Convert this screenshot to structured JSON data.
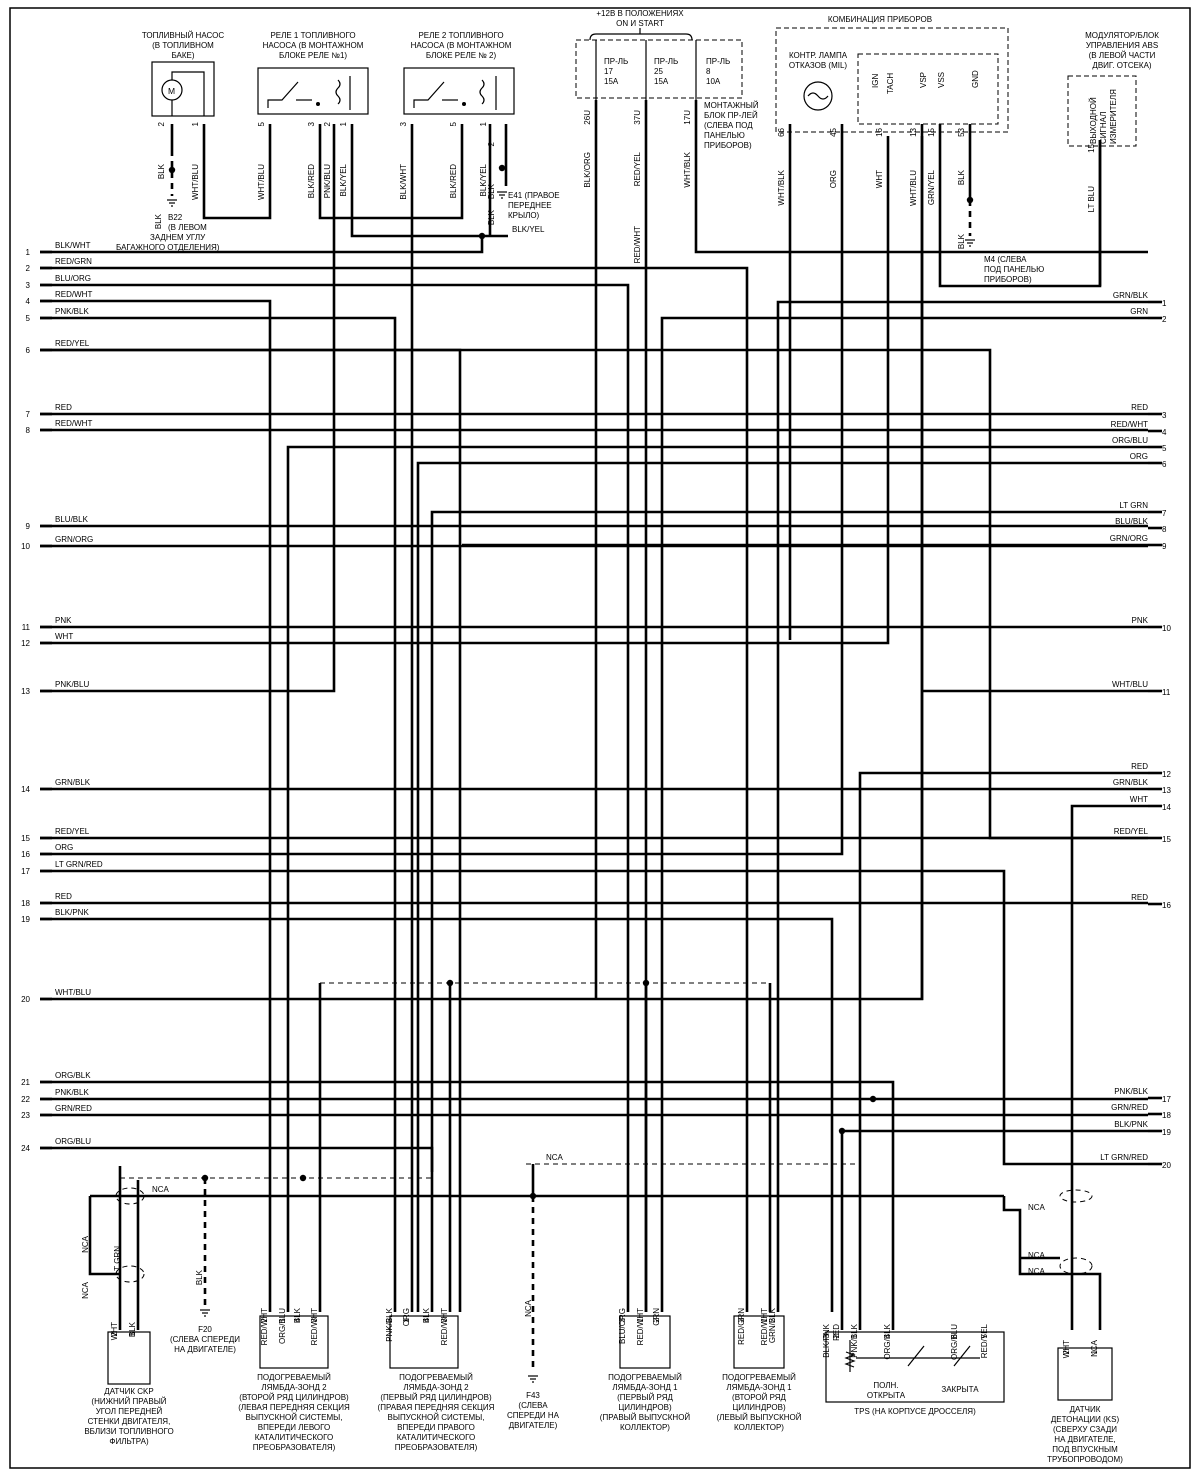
{
  "left_pins": [
    {
      "n": "1",
      "label": "BLK/WHT"
    },
    {
      "n": "2",
      "label": "RED/GRN"
    },
    {
      "n": "3",
      "label": "BLU/ORG"
    },
    {
      "n": "4",
      "label": "RED/WHT"
    },
    {
      "n": "5",
      "label": "PNK/BLK"
    },
    {
      "n": "6",
      "label": "RED/YEL"
    },
    {
      "n": "7",
      "label": "RED"
    },
    {
      "n": "8",
      "label": "RED/WHT"
    },
    {
      "n": "9",
      "label": "BLU/BLK"
    },
    {
      "n": "10",
      "label": "GRN/ORG"
    },
    {
      "n": "11",
      "label": "PNK"
    },
    {
      "n": "12",
      "label": "WHT"
    },
    {
      "n": "13",
      "label": "PNK/BLU"
    },
    {
      "n": "14",
      "label": "GRN/BLK"
    },
    {
      "n": "15",
      "label": "RED/YEL"
    },
    {
      "n": "16",
      "label": "ORG"
    },
    {
      "n": "17",
      "label": "LT GRN/RED"
    },
    {
      "n": "18",
      "label": "RED"
    },
    {
      "n": "19",
      "label": "BLK/PNK"
    },
    {
      "n": "20",
      "label": "WHT/BLU"
    },
    {
      "n": "21",
      "label": "ORG/BLK"
    },
    {
      "n": "22",
      "label": "PNK/BLK"
    },
    {
      "n": "23",
      "label": "GRN/RED"
    },
    {
      "n": "24",
      "label": "ORG/BLU"
    }
  ],
  "right_pins": [
    {
      "n": "1",
      "label": "GRN/BLK"
    },
    {
      "n": "2",
      "label": "GRN"
    },
    {
      "n": "3",
      "label": "RED"
    },
    {
      "n": "4",
      "label": "RED/WHT"
    },
    {
      "n": "5",
      "label": "ORG/BLU"
    },
    {
      "n": "6",
      "label": "ORG"
    },
    {
      "n": "7",
      "label": "LT GRN"
    },
    {
      "n": "8",
      "label": "BLU/BLK"
    },
    {
      "n": "9",
      "label": "GRN/ORG"
    },
    {
      "n": "10",
      "label": "PNK"
    },
    {
      "n": "11",
      "label": "WHT/BLU"
    },
    {
      "n": "12",
      "label": "RED"
    },
    {
      "n": "13",
      "label": "GRN/BLK"
    },
    {
      "n": "14",
      "label": "WHT"
    },
    {
      "n": "15",
      "label": "RED/YEL"
    },
    {
      "n": "16",
      "label": "RED"
    },
    {
      "n": "17",
      "label": "PNK/BLK"
    },
    {
      "n": "18",
      "label": "GRN/RED"
    },
    {
      "n": "19",
      "label": "BLK/PNK"
    },
    {
      "n": "20",
      "label": "LT GRN/RED"
    }
  ],
  "top": {
    "fuel_pump": [
      "ТОПЛИВНЫЙ НАСОС",
      "(В ТОПЛИВНОМ",
      "БАКЕ)"
    ],
    "fuel_pump_symbol": "M",
    "relay1": [
      "РЕЛЕ 1 ТОПЛИВНОГО",
      "НАСОСА (В МОНТАЖНОМ",
      "БЛОКЕ РЕЛЕ №1)"
    ],
    "relay2": [
      "РЕЛЕ 2 ТОПЛИВНОГО",
      "НАСОСА (В МОНТАЖНОМ",
      "БЛОКЕ РЕЛЕ № 2)"
    ],
    "power": [
      "+12В В ПОЛОЖЕНИЯХ",
      "ON И START"
    ],
    "fuses": [
      [
        "ПР-ЛЬ",
        "17",
        "15A"
      ],
      [
        "ПР-ЛЬ",
        "25",
        "15A"
      ],
      [
        "ПР-ЛЬ",
        "8",
        "10A"
      ]
    ],
    "fuse_block": [
      "МОНТАЖНЫЙ",
      "БЛОК ПР-ЛЕЙ",
      "(СЛЕВА ПОД",
      "ПАНЕЛЬЮ",
      "ПРИБОРОВ)"
    ],
    "cluster": "КОМБИНАЦИЯ ПРИБОРОВ",
    "mil": [
      "КОНТР. ЛАМПА",
      "ОТКАЗОВ (MIL)"
    ],
    "cluster_pins": [
      "IGN",
      "TACH",
      "VSP",
      "VSS",
      "GND"
    ],
    "abs": [
      "МОДУЛЯТОР/БЛОК",
      "УПРАВЛЕНИЯ ABS",
      "(В ЛЕВОЙ ЧАСТИ",
      "ДВИГ. ОТСЕКА)"
    ],
    "abs_inner": [
      "ВЫХОДНОЙ",
      "СИГНАЛ",
      "ИЗМЕРИТЕЛЯ"
    ],
    "b22": [
      "B22",
      "(В ЛЕВОМ",
      "ЗАДНЕМ УГЛУ",
      "БАГАЖНОГО ОТДЕЛЕНИЯ)"
    ],
    "e41": [
      "E41 (ПРАВОЕ",
      "ПЕРЕДНЕЕ",
      "КРЫЛО)"
    ],
    "m4": [
      "M4 (СЛЕВА",
      "ПОД ПАНЕЛЬЮ",
      "ПРИБОРОВ)"
    ]
  },
  "top_wires": [
    {
      "pin": "2",
      "label": "BLK"
    },
    {
      "pin": "1",
      "label": "WHT/BLU"
    },
    {
      "pin": "",
      "label": "BLK"
    },
    {
      "pin": "5",
      "label": "WHT/BLU"
    },
    {
      "pin": "3",
      "label": "BLK/RED"
    },
    {
      "pin": "2",
      "label": "PNK/BLU"
    },
    {
      "pin": "1",
      "label": "BLK/YEL"
    },
    {
      "pin": "3",
      "label": "BLK/WHT"
    },
    {
      "pin": "5",
      "label": "BLK/RED"
    },
    {
      "pin": "1",
      "label": "BLK/YEL"
    },
    {
      "pin": "2",
      "label": "BLK"
    },
    {
      "pin": "",
      "label": "BLK"
    },
    {
      "pin": "26U",
      "label": "BLK/ORG"
    },
    {
      "pin": "37U",
      "label": "RED/YEL"
    },
    {
      "pin": "",
      "label": "RED/WHT"
    },
    {
      "pin": "17U",
      "label": "WHT/BLK"
    },
    {
      "pin": "66",
      "label": "WHT/BLK"
    },
    {
      "pin": "45",
      "label": "ORG"
    },
    {
      "pin": "16",
      "label": "WHT"
    },
    {
      "pin": "13",
      "label": "WHT/BLU"
    },
    {
      "pin": "15",
      "label": "GRN/YEL"
    },
    {
      "pin": "53",
      "label": "BLK"
    },
    {
      "pin": "",
      "label": "BLK"
    },
    {
      "pin": "15",
      "label": "LT BLU"
    }
  ],
  "blk_yel_label": "BLK/YEL",
  "bottom": {
    "ckp": [
      "ДАТЧИК CKP",
      "(НИЖНИЙ ПРАВЫЙ",
      "УГОЛ ПЕРЕДНЕЙ",
      "СТЕНКИ ДВИГАТЕЛЯ,",
      "ВБЛИЗИ ТОПЛИВНОГО",
      "ФИЛЬТРА)"
    ],
    "ckp_pins": [
      {
        "pin": "2",
        "label": "WHT"
      },
      {
        "pin": "1",
        "label": "BLK"
      }
    ],
    "ckp_wires": [
      "NCA",
      "LT GRN",
      "NCA",
      "NCA"
    ],
    "f20": [
      "F20",
      "(СЛЕВА СПЕРЕДИ",
      "НА ДВИГАТЕЛЕ)"
    ],
    "f20_wire": "BLK",
    "o2_l2": [
      "ПОДОГРЕВАЕМЫЙ",
      "ЛЯМБДА-ЗОНД 2",
      "(ВТОРОЙ РЯД ЦИЛИНДРОВ)",
      "(ЛЕВАЯ ПЕРЕДНЯЯ СЕКЦИЯ",
      "ВЫПУСКНОЙ СИСТЕМЫ,",
      "ВПЕРЕДИ ЛЕВОГО",
      "КАТАЛИТИЧЕСКОГО",
      "ПРЕОБРАЗОВАТЕЛЯ)"
    ],
    "o2_l2_pins": [
      {
        "pin": "2",
        "label": "RED/WHT"
      },
      {
        "pin": "1",
        "label": "ORG/BLU"
      },
      {
        "pin": "4",
        "label": "BLK"
      },
      {
        "pin": "3",
        "label": "RED/WHT"
      }
    ],
    "o2_r2": [
      "ПОДОГРЕВАЕМЫЙ",
      "ЛЯМБДА-ЗОНД 2",
      "(ПЕРВЫЙ РЯД ЦИЛИНДРОВ)",
      "(ПРАВАЯ ПЕРЕДНЯЯ СЕКЦИЯ",
      "ВЫПУСКНОЙ СИСТЕМЫ,",
      "ВПЕРЕДИ ПРАВОГО",
      "КАТАЛИТИЧЕСКОГО",
      "ПРЕОБРАЗОВАТЕЛЯ)"
    ],
    "o2_r2_pins": [
      {
        "pin": "2",
        "label": "PNK/BLK"
      },
      {
        "pin": "1",
        "label": "ORG"
      },
      {
        "pin": "4",
        "label": "BLK"
      },
      {
        "pin": "3",
        "label": "RED/WHT"
      }
    ],
    "f43": [
      "F43",
      "(СЛЕВА",
      "СПЕРЕДИ НА",
      "ДВИГАТЕЛЕ)"
    ],
    "f43_wire": "NCA",
    "nca_top": "NCA",
    "nca_ckp": "NCA",
    "o2_r1": [
      "ПОДОГРЕВАЕМЫЙ",
      "ЛЯМБДА-ЗОНД 1",
      "(ПЕРВЫЙ РЯД",
      "ЦИЛИНДРОВ)",
      "(ПРАВЫЙ ВЫПУСКНОЙ",
      "КОЛЛЕКТОР)"
    ],
    "o2_r1_pins": [
      {
        "pin": "3",
        "label": "BLU/ORG"
      },
      {
        "pin": "1",
        "label": "RED/WHT"
      },
      {
        "pin": "2",
        "label": "GRN"
      }
    ],
    "o2_l1": [
      "ПОДОГРЕВАЕМЫЙ",
      "ЛЯМБДА-ЗОНД 1",
      "(ВТОРОЙ РЯД",
      "ЦИЛИНДРОВ)",
      "(ЛЕВЫЙ ВЫПУСКНОЙ",
      "КОЛЛЕКТОР)"
    ],
    "o2_l1_pins": [
      {
        "pin": "3",
        "label": "RED/GRN"
      },
      {
        "pin": "1",
        "label": "RED/WHT"
      },
      {
        "pin": "2",
        "label": "GRN/BLK"
      }
    ],
    "tps": "TPS (НА КОРПУСЕ ДРОССЕЛЯ)",
    "tps_open": [
      "ПОЛН.",
      "ОТКРЫТА"
    ],
    "tps_closed": "ЗАКРЫТА",
    "tps_pins": [
      {
        "pin": "3",
        "label": "BLK/PNK"
      },
      {
        "pin": "2",
        "label": "RED"
      },
      {
        "pin": "1",
        "label": "PNK/BLK"
      },
      {
        "pin": "4",
        "label": "ORG/BLK"
      },
      {
        "pin": "6",
        "label": "ORG/BLU"
      },
      {
        "pin": "5",
        "label": "RED/YEL"
      }
    ],
    "ks": [
      "ДАТЧИК",
      "ДЕТОНАЦИИ (KS)",
      "(СВЕРХУ СЗАДИ",
      "НА ДВИГАТЕЛЕ,",
      "ПОД ВПУСКНЫМ",
      "ТРУБОПРОВОДОМ)"
    ],
    "ks_pins": [
      {
        "pin": "2",
        "label": "WHT"
      },
      {
        "pin": "1",
        "label": "NCA"
      }
    ],
    "ks_nca": [
      "NCA",
      "NCA",
      "NCA"
    ]
  }
}
